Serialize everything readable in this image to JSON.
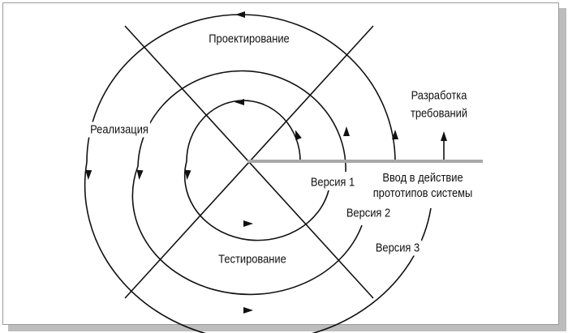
{
  "diagram": {
    "labels": {
      "design": "Проектирование",
      "requirements_line1": "Разработка",
      "requirements_line2": "требований",
      "implementation": "Реализация",
      "version1": "Версия 1",
      "deploy_line1": "Ввод в действие",
      "deploy_line2": "прототипов системы",
      "version2": "Версия 2",
      "testing": "Тестирование",
      "version3": "Версия 3"
    },
    "colors": {
      "line": "#111111",
      "axis": "#a8a8a8",
      "shadow": "#bdbdbd"
    }
  }
}
